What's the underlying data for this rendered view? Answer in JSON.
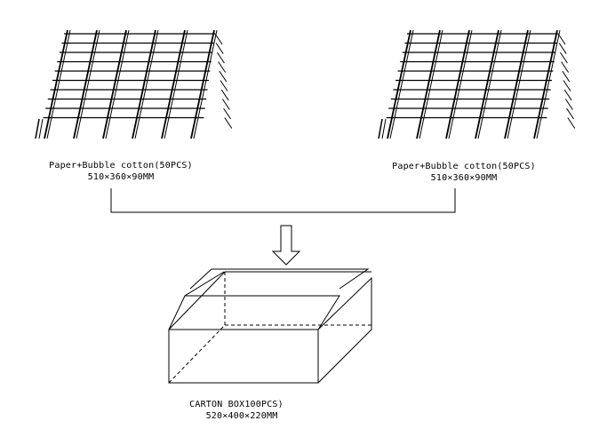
{
  "packs": [
    {
      "name": "Paper+Bubble cotton(50PCS)",
      "size": "510×360×90MM"
    },
    {
      "name": "Paper+Bubble cotton(50PCS)",
      "size": "510×360×90MM"
    }
  ],
  "carton": {
    "name": "CARTON BOX100PCS)",
    "size": "520×400×220MM"
  },
  "colors": {
    "line": "#000000",
    "background": "#ffffff"
  }
}
